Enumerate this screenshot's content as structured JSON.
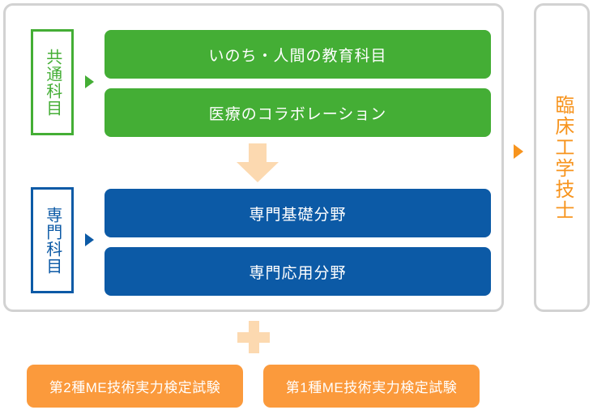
{
  "diagram": {
    "curriculum_panel": {
      "categories": [
        {
          "label": "共通科目",
          "color": "#44ae35",
          "pointer_icon": "triangle-right-icon"
        },
        {
          "label": "専門科目",
          "color": "#0c5aa6",
          "pointer_icon": "triangle-right-icon"
        }
      ],
      "courses": [
        {
          "label": "いのち・人間の教育科目",
          "color": "#44ae35",
          "group": "共通科目"
        },
        {
          "label": "医療のコラボレーション",
          "color": "#44ae35",
          "group": "共通科目"
        },
        {
          "label": "専門基礎分野",
          "color": "#0c5aa6",
          "group": "専門科目"
        },
        {
          "label": "専門応用分野",
          "color": "#0c5aa6",
          "group": "専門科目"
        }
      ],
      "flow_arrow_icon": "arrow-down-icon",
      "flow_arrow_color": "#fcd9b0"
    },
    "outcome_panel": {
      "label": "臨床工学技士",
      "color": "#f7941e",
      "pointer_icon": "triangle-right-icon"
    },
    "plus_connector": {
      "icon": "plus-icon",
      "color": "#fcd9b0"
    },
    "exams": [
      {
        "label": "第2種ME技術実力検定試験",
        "color": "#fb9a3c"
      },
      {
        "label": "第1種ME技術実力検定試験",
        "color": "#fb9a3c"
      }
    ],
    "colors": {
      "panel_border": "#d2d2d2",
      "green": "#44ae35",
      "blue": "#0c5aa6",
      "orange": "#f7941e",
      "orange_light": "#fb9a3c",
      "peach": "#fcd9b0",
      "background": "#ffffff"
    }
  }
}
